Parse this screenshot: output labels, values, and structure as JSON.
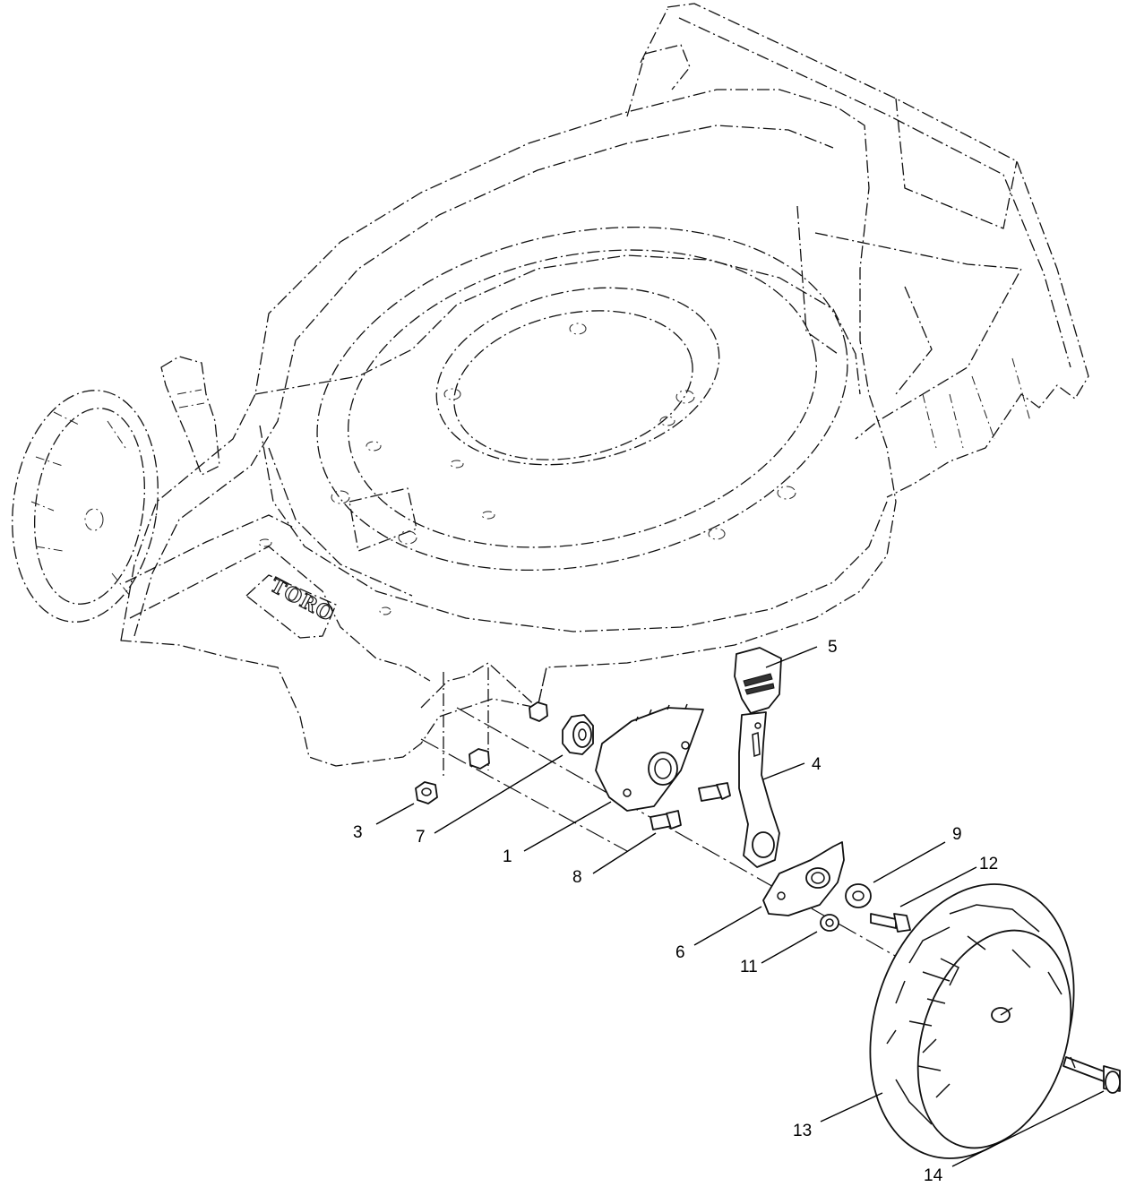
{
  "diagram": {
    "logo_text": "TORO",
    "callouts": [
      {
        "id": "1",
        "label": "1"
      },
      {
        "id": "3",
        "label": "3"
      },
      {
        "id": "4",
        "label": "4"
      },
      {
        "id": "5",
        "label": "5"
      },
      {
        "id": "6",
        "label": "6"
      },
      {
        "id": "7",
        "label": "7"
      },
      {
        "id": "8",
        "label": "8"
      },
      {
        "id": "9",
        "label": "9"
      },
      {
        "id": "11",
        "label": "11"
      },
      {
        "id": "12",
        "label": "12"
      },
      {
        "id": "13",
        "label": "13"
      },
      {
        "id": "14",
        "label": "14"
      }
    ]
  }
}
